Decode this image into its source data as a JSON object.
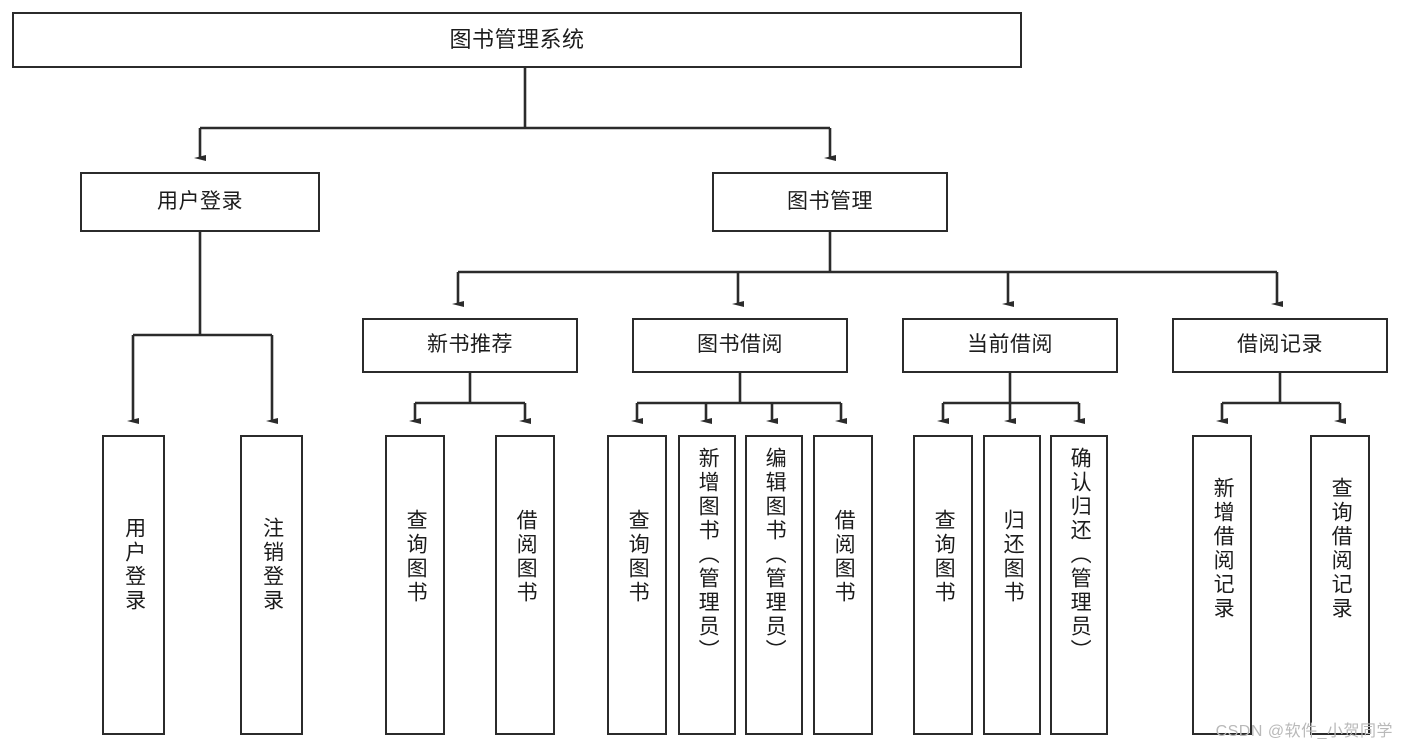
{
  "diagram": {
    "title": "图书管理系统",
    "type": "功能结构图",
    "root": {
      "label": "图书管理系统"
    },
    "level2": [
      {
        "id": "user-login",
        "label": "用户登录"
      },
      {
        "id": "book-management",
        "label": "图书管理"
      }
    ],
    "level3": [
      {
        "id": "new-book-recommend",
        "label": "新书推荐"
      },
      {
        "id": "book-borrow",
        "label": "图书借阅"
      },
      {
        "id": "current-borrow",
        "label": "当前借阅"
      },
      {
        "id": "borrow-record",
        "label": "借阅记录"
      }
    ],
    "leaves": {
      "user_login": [
        {
          "id": "leaf-user-login",
          "label": "用户登录"
        },
        {
          "id": "leaf-logout-login",
          "label": "注销登录"
        }
      ],
      "new_book_recommend": [
        {
          "id": "leaf-query-book-1",
          "label": "查询图书"
        },
        {
          "id": "leaf-borrow-book-1",
          "label": "借阅图书"
        }
      ],
      "book_borrow": [
        {
          "id": "leaf-query-book-2",
          "label": "查询图书"
        },
        {
          "id": "leaf-add-book",
          "label": "新增图书（管理员）"
        },
        {
          "id": "leaf-edit-book",
          "label": "编辑图书（管理员）"
        },
        {
          "id": "leaf-borrow-book-2",
          "label": "借阅图书"
        }
      ],
      "current_borrow": [
        {
          "id": "leaf-query-book-3",
          "label": "查询图书"
        },
        {
          "id": "leaf-return-book",
          "label": "归还图书"
        },
        {
          "id": "leaf-confirm-return",
          "label": "确认归还（管理员）"
        }
      ],
      "borrow_record": [
        {
          "id": "leaf-add-record",
          "label": "新增借阅记录"
        },
        {
          "id": "leaf-query-record",
          "label": "查询借阅记录"
        }
      ]
    }
  },
  "watermark": {
    "text": "CSDN @软件_小贺同学"
  },
  "colors": {
    "stroke": "#2b2b2b",
    "background": "#ffffff",
    "text": "#1c1c1c",
    "watermark": "#b9b9b9"
  }
}
